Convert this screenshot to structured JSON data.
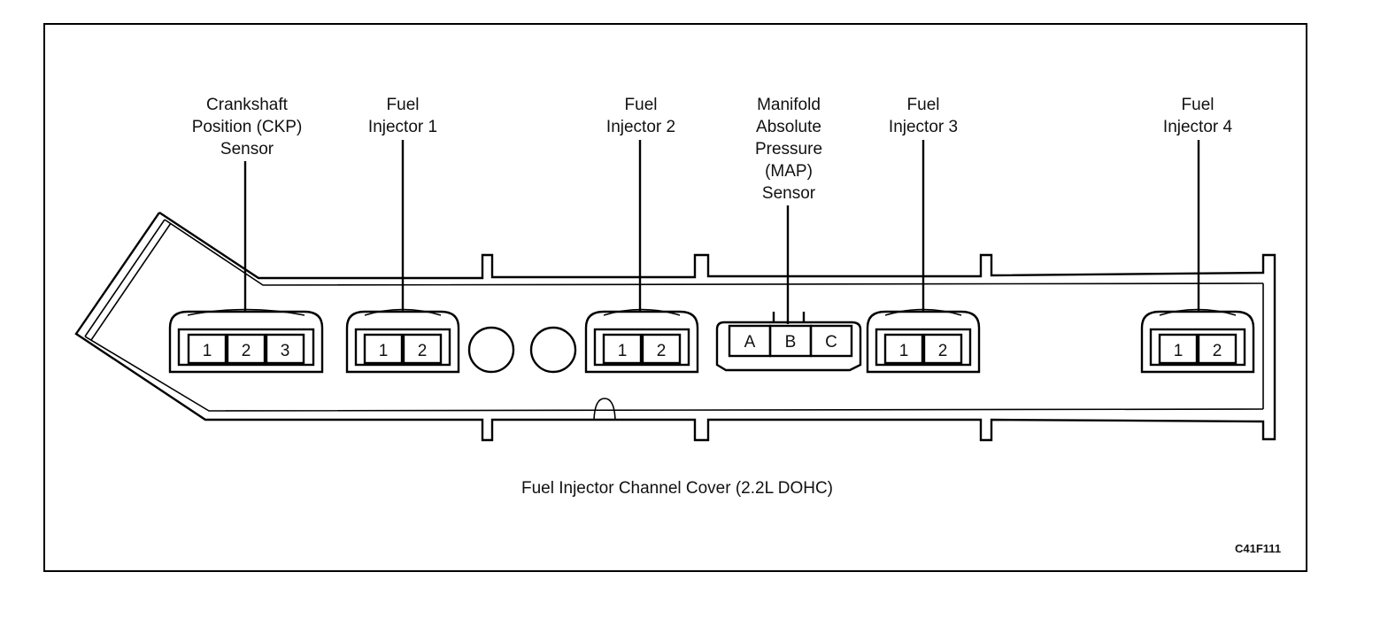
{
  "labels": {
    "ckp": "Crankshaft\nPosition (CKP)\nSensor",
    "inj1": "Fuel\nInjector 1",
    "inj2": "Fuel\nInjector 2",
    "map": "Manifold\nAbsolute\nPressure\n(MAP)\nSensor",
    "inj3": "Fuel\nInjector 3",
    "inj4": "Fuel\nInjector 4"
  },
  "pins": {
    "ckp": [
      "1",
      "2",
      "3"
    ],
    "inj1": [
      "1",
      "2"
    ],
    "inj2": [
      "1",
      "2"
    ],
    "map": [
      "A",
      "B",
      "C"
    ],
    "inj3": [
      "1",
      "2"
    ],
    "inj4": [
      "1",
      "2"
    ]
  },
  "caption": "Fuel Injector Channel Cover (2.2L DOHC)",
  "figure_code": "C41F111"
}
